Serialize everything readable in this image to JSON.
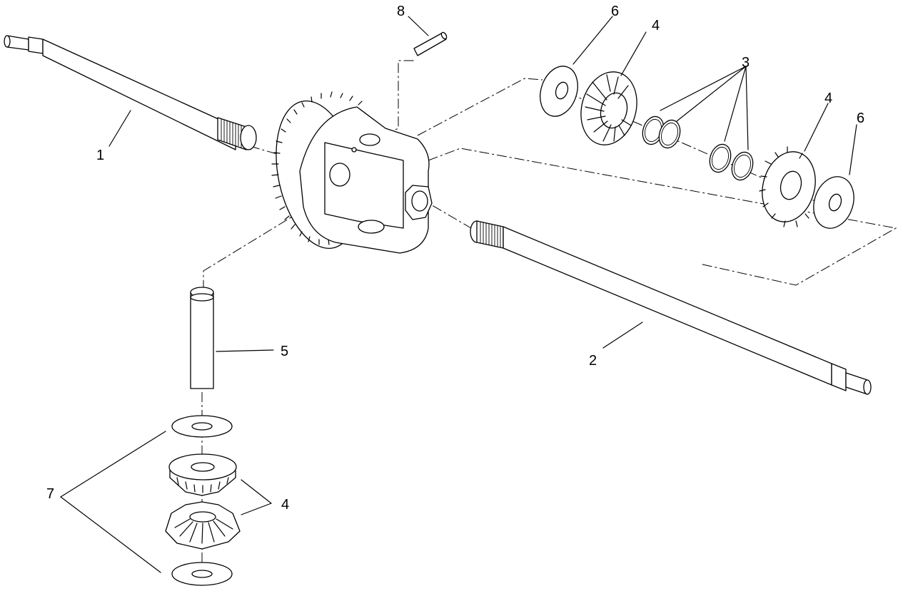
{
  "callouts": {
    "c1": "1",
    "c2": "2",
    "c3": "3",
    "c4a": "4",
    "c4b": "4",
    "c4c": "4",
    "c5": "5",
    "c6a": "6",
    "c6b": "6",
    "c7": "7",
    "c8": "8"
  }
}
